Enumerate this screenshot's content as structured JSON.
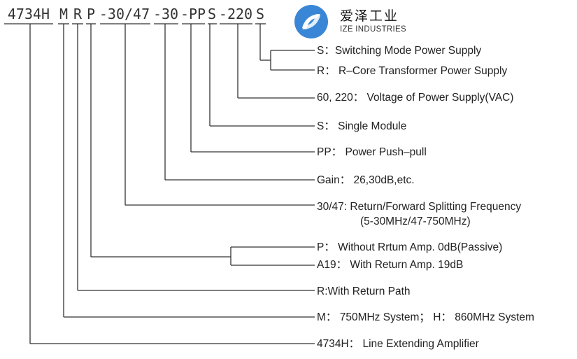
{
  "code_segments": [
    "4734H",
    "M",
    "R",
    "P",
    "-30/47",
    "-30",
    "-PP",
    "S",
    "-220",
    "S"
  ],
  "brand": {
    "name_cn": "爱泽工业",
    "name_en": "IZE INDUSTRIES",
    "logo_icon": "ize-logo-icon",
    "logo_color": "#3a86d6"
  },
  "labels": [
    "S：Switching Mode Power Supply",
    "R： R–Core Transformer Power Supply",
    "60, 220： Voltage of Power Supply(VAC)",
    "S： Single  Module",
    "PP： Power Push–pull",
    "Gain： 26,30dB,etc.",
    "30/47:  Return/Forward Splitting Frequency",
    "(5-30MHz/47-750MHz)",
    "P： Without Rrtum Amp. 0dB(Passive)",
    "A19： With Return Amp. 19dB",
    "R:With Return Path",
    "M： 750MHz System； H： 860MHz System",
    "4734H： Line Extending Amplifier"
  ],
  "colors": {
    "line": "#333333",
    "text": "#222222"
  }
}
